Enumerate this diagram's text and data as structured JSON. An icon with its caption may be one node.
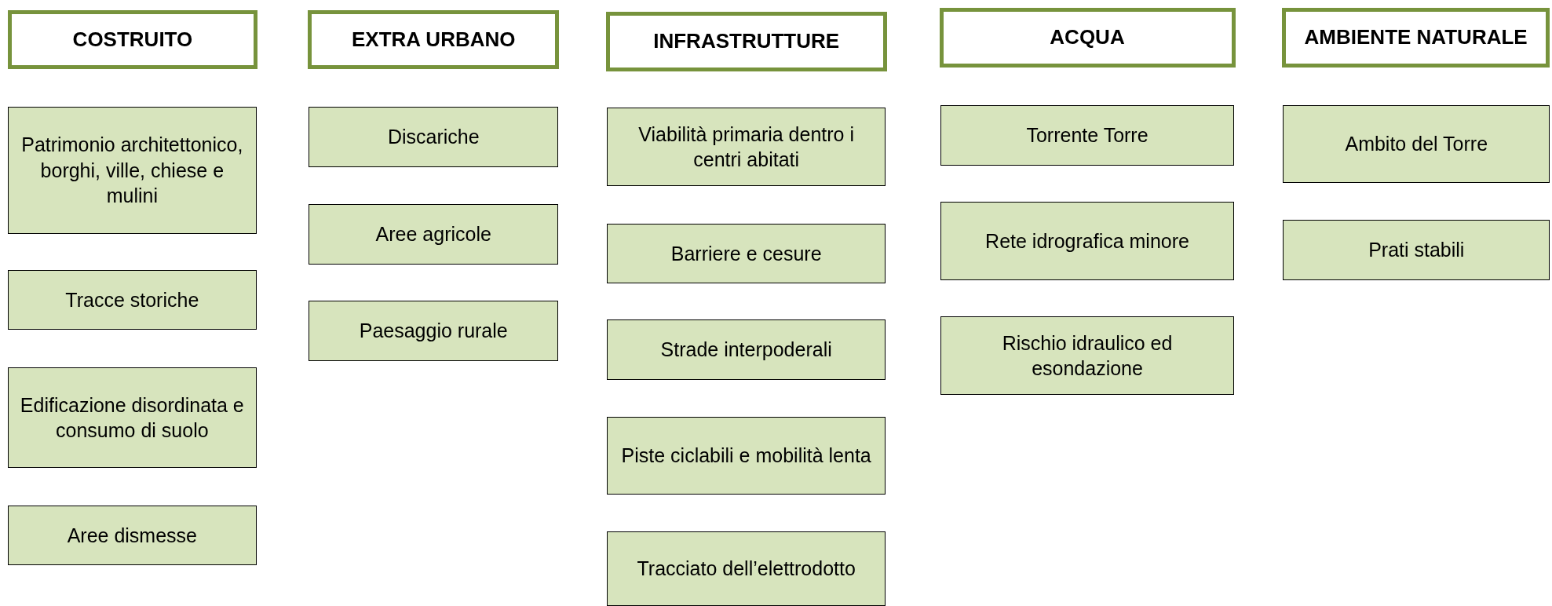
{
  "diagram": {
    "nodes": [
      {
        "text": [
          "COSTRUITO"
        ]
      },
      {
        "text": [
          "Patrimonio architettonico, borghi, ville, chiese e mulini"
        ]
      },
      {
        "text": [
          "Tracce storiche"
        ]
      },
      {
        "text": [
          "Edificazione disordinata e consumo di suolo"
        ]
      },
      {
        "text": [
          "Aree dismesse"
        ]
      },
      {
        "text": [
          "EXTRA URBANO"
        ]
      },
      {
        "text": [
          "Discariche"
        ]
      },
      {
        "text": [
          "Aree agricole"
        ]
      },
      {
        "text": [
          "Paesaggio rurale"
        ]
      },
      {
        "text": [
          "INFRASTRUTTURE"
        ]
      },
      {
        "text": [
          "Viabilità primaria dentro i centri abitati"
        ]
      },
      {
        "text": [
          "Barriere e cesure"
        ]
      },
      {
        "text": [
          "Strade interpoderali"
        ]
      },
      {
        "text": [
          "Piste ciclabili e mobilità lenta"
        ]
      },
      {
        "text": [
          "Tracciato dell’elettrodotto"
        ]
      },
      {
        "text": [
          "ACQUA"
        ]
      },
      {
        "text": [
          "Torrente Torre"
        ]
      },
      {
        "text": [
          "Rete idrografica minore"
        ]
      },
      {
        "text": [
          "Rischio idraulico ed esondazione"
        ]
      },
      {
        "text": [
          "AMBIENTE NATURALE"
        ]
      },
      {
        "text": [
          "Ambito del Torre"
        ]
      },
      {
        "text": [
          "Prati stabili"
        ]
      }
    ],
    "edges": []
  }
}
